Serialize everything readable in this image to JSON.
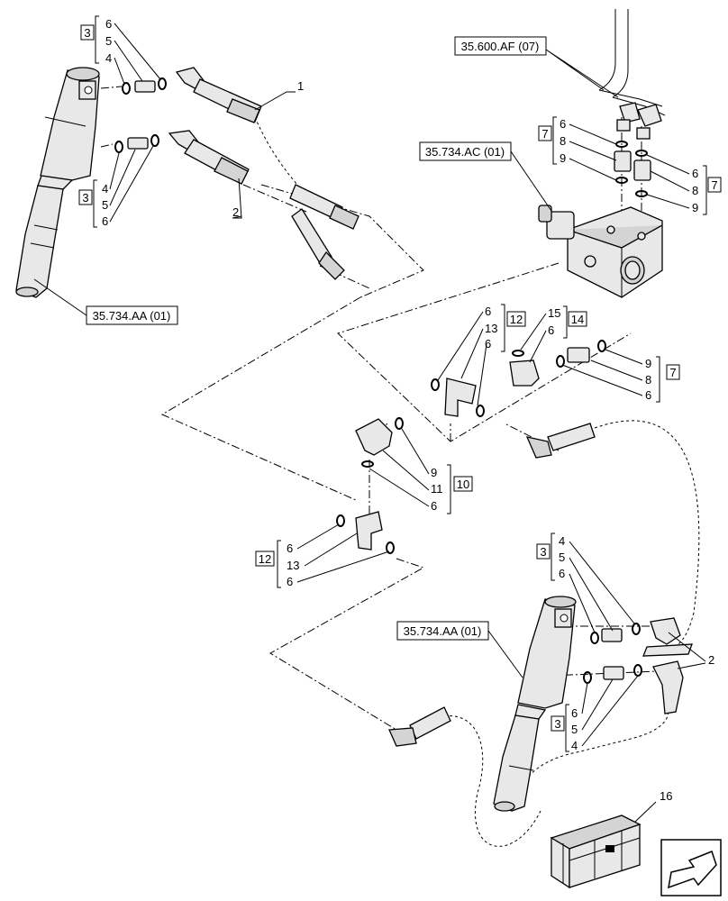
{
  "refs": {
    "r1": "35.600.AF (07)",
    "r2": "35.734.AC (01)",
    "r3": "35.734.AA (01)",
    "r4": "35.734.AA (01)"
  },
  "groups": [
    {
      "id": "g3a",
      "box": "3",
      "items": [
        "6",
        "5",
        "4"
      ]
    },
    {
      "id": "g3b",
      "box": "3",
      "items": [
        "4",
        "5",
        "6"
      ]
    },
    {
      "id": "g7a",
      "box": "7",
      "items": [
        "6",
        "8",
        "9"
      ]
    },
    {
      "id": "g7b",
      "box": "7",
      "items": [
        "6",
        "8",
        "9"
      ]
    },
    {
      "id": "g12a",
      "box": "12",
      "items": [
        "6",
        "13",
        "6"
      ]
    },
    {
      "id": "g14",
      "box": "14",
      "items": [
        "15",
        "6"
      ]
    },
    {
      "id": "g7c",
      "box": "7",
      "items": [
        "9",
        "8",
        "6"
      ]
    },
    {
      "id": "g10",
      "box": "10",
      "items": [
        "9",
        "11",
        "6"
      ]
    },
    {
      "id": "g12b",
      "box": "12",
      "items": [
        "6",
        "13",
        "6"
      ]
    },
    {
      "id": "g3c",
      "box": "3",
      "items": [
        "4",
        "5",
        "6"
      ]
    },
    {
      "id": "g3d",
      "box": "3",
      "items": [
        "6",
        "5",
        "4"
      ]
    }
  ],
  "callouts": {
    "c1": "1",
    "c2": "2",
    "c2b": "2",
    "c16": "16"
  },
  "icons": [
    "cylinder-icon",
    "valve-block-icon",
    "kit-crate-icon",
    "view-direction-arrow-icon"
  ]
}
